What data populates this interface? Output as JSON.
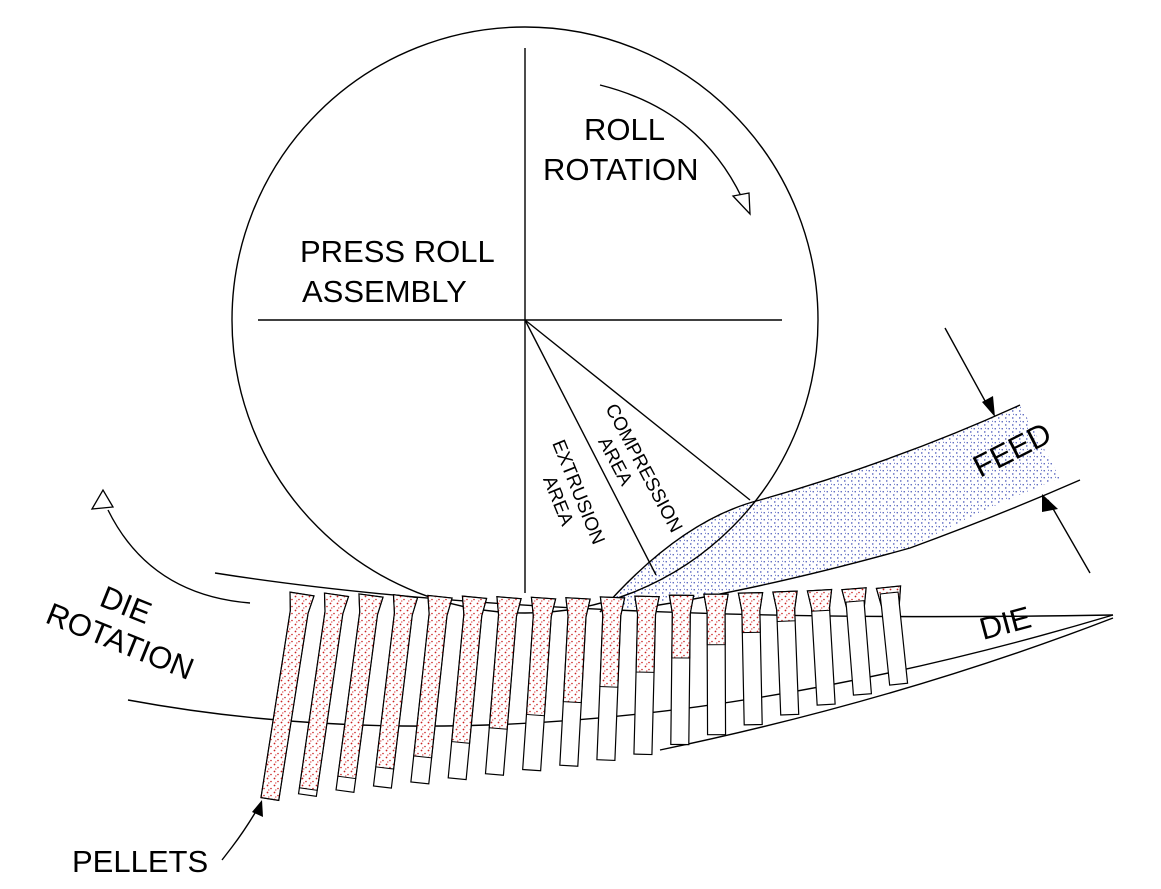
{
  "labels": {
    "press_roll_line1": "PRESS ROLL",
    "press_roll_line2": "ASSEMBLY",
    "roll_rotation_line1": "ROLL",
    "roll_rotation_line2": "ROTATION",
    "compression_line1": "COMPRESSION",
    "compression_line2": "AREA",
    "extrusion_line1": "EXTRUSION",
    "extrusion_line2": "AREA",
    "feed": "FEED",
    "die": "DIE",
    "die_rotation_line1": "DIE",
    "die_rotation_line2": "ROTATION",
    "pellets": "PELLETS"
  },
  "colors": {
    "line": "#000000",
    "pellet_stipple": "#cc2222",
    "feed_stipple": "#2233aa",
    "background": "#ffffff"
  },
  "die": {
    "channel_count": 18,
    "pellet_fill_fraction": [
      1.0,
      0.97,
      0.93,
      0.9,
      0.86,
      0.8,
      0.74,
      0.68,
      0.62,
      0.55,
      0.48,
      0.42,
      0.36,
      0.3,
      0.24,
      0.18,
      0.12,
      0.06
    ]
  }
}
